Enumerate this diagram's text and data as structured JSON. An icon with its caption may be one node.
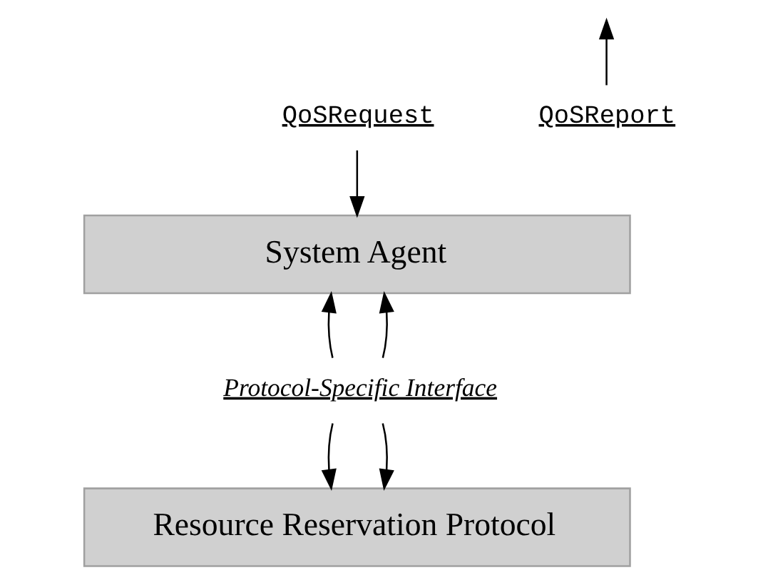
{
  "diagram": {
    "nodes": [
      {
        "text": [
          "QoSRequest"
        ]
      },
      {
        "text": [
          "QoSReport"
        ]
      },
      {
        "text": [
          "System Agent"
        ]
      },
      {
        "text": [
          "Protocol-Specific Interface"
        ]
      },
      {
        "text": [
          "Resource Reservation Protocol"
        ]
      }
    ],
    "edges": [
      {
        "from": 0,
        "to": 2,
        "arrow": "to"
      },
      {
        "from": 1,
        "to": null,
        "arrow": "to"
      },
      {
        "from": 3,
        "to": 2,
        "arrow": "to"
      },
      {
        "from": 3,
        "to": 2,
        "arrow": "to"
      },
      {
        "from": 3,
        "to": 4,
        "arrow": "to"
      },
      {
        "from": 3,
        "to": 4,
        "arrow": "to"
      }
    ]
  }
}
